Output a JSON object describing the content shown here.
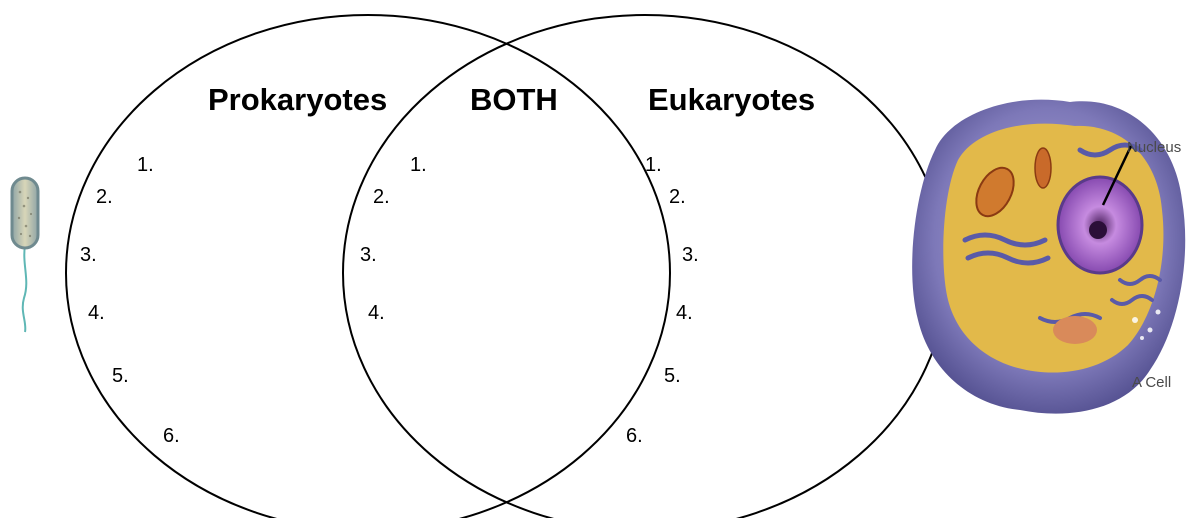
{
  "headings": {
    "left": "Prokaryotes",
    "middle": "BOTH",
    "right": "Eukaryotes"
  },
  "lists": {
    "prokaryotes": [
      "1.",
      "2.",
      "3.",
      "4.",
      "5.",
      "6."
    ],
    "both": [
      "1.",
      "2.",
      "3.",
      "4."
    ],
    "eukaryotes": [
      "1.",
      "2.",
      "3.",
      "4.",
      "5.",
      "6."
    ]
  },
  "cell_image": {
    "nucleus_label": "Nucleus",
    "caption": "A Cell"
  },
  "colors": {
    "outline": "#000000",
    "bacterium_fill": "#c9c7a8",
    "bacterium_border": "#6f8a8f",
    "flagellum": "#5fb7b5",
    "cell_membrane": "#7d78b8",
    "cytoplasm": "#e2b94a",
    "nucleus": "#9b4fc0"
  }
}
